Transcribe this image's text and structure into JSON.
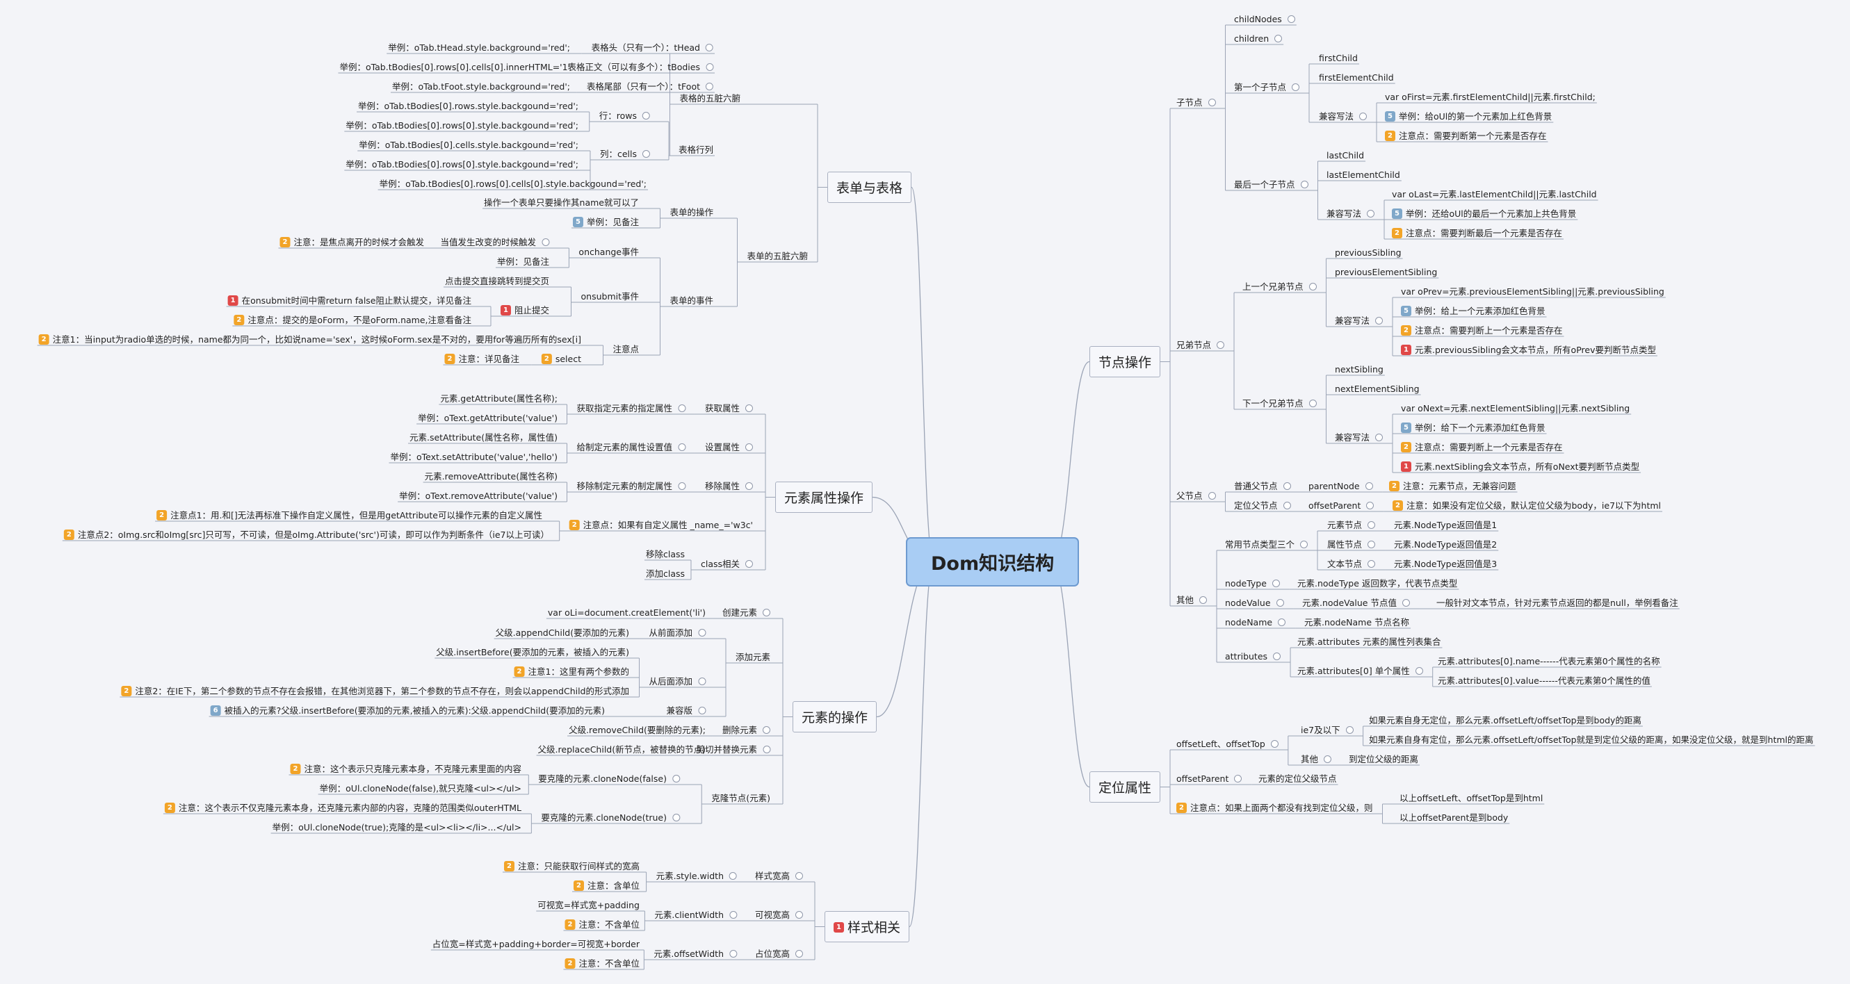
{
  "root": "Dom知识结构",
  "branches": {
    "form_table": "表单与表格",
    "attr_ops": "元素属性操作",
    "elem_ops": "元素的操作",
    "style": "样式相关",
    "node_ops": "节点操作",
    "pos_attr": "定位属性"
  },
  "nodes": {
    "t5": "表格的五脏六腑",
    "thead": "表格头（只有一个）：tHead",
    "thead_ex": "举例：oTab.tHead.style.background='red';",
    "tbodies": "表格正文（可以有多个）：tBodies",
    "tbodies_ex": "举例：oTab.tBodies[0].rows[0].cells[0].innerHTML='1'",
    "tfoot": "表格尾部（只有一个）：tFoot",
    "tfoot_ex": "举例：oTab.tFoot.style.background='red';",
    "rowscols": "表格行列",
    "rows": "行：rows",
    "rows_ex1": "举例：oTab.tBodies[0].rows.style.backgound='red';",
    "rows_ex2": "举例：oTab.tBodies[0].rows[0].style.backgound='red';",
    "cells": "列：cells",
    "cells_ex1": "举例：oTab.tBodies[0].cells.style.backgound='red';",
    "cells_ex2": "举例：oTab.tBodies[0].rows[0].style.backgound='red';",
    "cells_ex3": "举例：oTab.tBodies[0].rows[0].cells[0].style.backgound='red';",
    "f5": "表单的五脏六腑",
    "fop": "表单的操作",
    "fop1": "操作一个表单只要操作其name就可以了",
    "fop2": "举例：见备注",
    "fev": "表单的事件",
    "onchange": "onchange事件",
    "onchange1": "当值发生改变的时候触发",
    "onchange1n": "注意：是焦点离开的时候才会触发",
    "onchange2": "举例：见备注",
    "onsubmit": "onsubmit事件",
    "onsubmit1": "点击提交直接跳转到提交页",
    "prevent": "阻止提交",
    "prevent1": "在onsubmit时间中需return false阻止默认提交，详见备注",
    "prevent2": "注意点：提交的是oForm，不是oForm.name,注意看备注",
    "fnote": "注意点",
    "fnote1": "注意1：当input为radio单选的时候，name都为同一个，比如说name='sex'，这时候oForm.sex是不对的，要用for等遍历所有的sex[i]",
    "select": "select",
    "select1": "注意：详见备注",
    "getattr": "获取属性",
    "getattr1": "获取指定元素的指定属性",
    "getattr1a": "元素.getAttribute(属性名称);",
    "getattr1b": "举例：oText.getAttribute('value')",
    "setattr": "设置属性",
    "setattr1": "给制定元素的属性设置值",
    "setattr1a": "元素.setAttribute(属性名称，属性值)",
    "setattr1b": "举例：oText.setAttribute('value','hello')",
    "rmattr": "移除属性",
    "rmattr1": "移除制定元素的制定属性",
    "rmattr1a": "元素.removeAttribute(属性名称)",
    "rmattr1b": "举例：oText.removeAttribute('value')",
    "custom": "注意点：如果有自定义属性 _name_='w3c'",
    "custom1": "注意点1：用.和[]无法再标准下操作自定义属性，但是用getAttribute可以操作元素的自定义属性",
    "custom2": "注意点2：oImg.src和oImg[src]只可写，不可读，但是oImg.Attribute('src')可读，即可以作为判断条件（ie7以上可读）",
    "classrel": "class相关",
    "class1": "移除class",
    "class2": "添加class",
    "create": "创建元素",
    "create1": "var oLi=document.creatElement('li')",
    "add": "添加元素",
    "add_front": "从前面添加",
    "add_front1": "父级.appendChild(要添加的元素)",
    "add_back": "从后面添加",
    "add_back1": "父级.insertBefore(要添加的元素，被插入的元素)",
    "add_back2": "注意1：这里有两个参数的",
    "add_back3": "注意2：在IE下，第二个参数的节点不存在会报错，在其他浏览器下，第二个参数的节点不存在，则会以appendChild的形式添加",
    "compat": "兼容版",
    "compat1": "被插入的元素?父级.insertBefore(要添加的元素,被插入的元素):父级.appendChild(要添加的元素)",
    "remove": "删除元素",
    "remove1": "父级.removeChild(要删除的元素);",
    "cut": "剪切并替换元素",
    "cut1": "父级.replaceChild(新节点，被替换的节点)",
    "clone": "克隆节点(元素)",
    "clonef": "要克隆的元素.cloneNode(false)",
    "clonef1": "注意：这个表示只克隆元素本身，不克隆元素里面的内容",
    "clonef2": "举例：oUl.cloneNode(false),就只克隆<ul></ul>",
    "clonet": "要克隆的元素.cloneNode(true)",
    "clonet1": "注意：这个表示不仅克隆元素本身，还克隆元素内部的内容，克隆的范围类似outerHTML",
    "clonet2": "举例：oUl.cloneNode(true);克隆的是<ul><li></li>...</ul>",
    "sw": "样式宽高",
    "sw1": "元素.style.width",
    "sw1a": "注意：只能获取行间样式的宽高",
    "sw1b": "注意：含单位",
    "cw": "可视宽高",
    "cw1": "元素.clientWidth",
    "cw1a": "可视宽=样式宽+padding",
    "cw1b": "注意：不含单位",
    "ow": "占位宽高",
    "ow1": "元素.offsetWidth",
    "ow1a": "占位宽=样式宽+padding+border=可视宽+border",
    "ow1b": "注意：不含单位",
    "childnodes_section": "子节点",
    "childNodes": "childNodes",
    "children": "children",
    "first": "第一个子节点",
    "firstChild": "firstChild",
    "firstElementChild": "firstElementChild",
    "firstcompat": "兼容写法",
    "firstcompat1": "var oFirst=元素.firstElementChild||元素.firstChild;",
    "firstcompat2": "举例：给oUl的第一个元素加上红色背景",
    "firstcompat3": "注意点：需要判断第一个元素是否存在",
    "last": "最后一个子节点",
    "lastChild": "lastChild",
    "lastElementChild": "lastElementChild",
    "lastcompat": "兼容写法",
    "lastcompat1": "var oLast=元素.lastElementChild||元素.lastChild",
    "lastcompat2": "举例：还给oUl的最后一个元素加上共色背景",
    "lastcompat3": "注意点：需要判断最后一个元素是否存在",
    "sibling": "兄弟节点",
    "prev": "上一个兄弟节点",
    "previousSibling": "previousSibling",
    "previousElementSibling": "previousElementSibling",
    "prevcompat": "兼容写法",
    "prevcompat1": "var oPrev=元素.previousElementSibling||元素.previousSibling",
    "prevcompat2": "举例：给上一个元素添加红色背景",
    "prevcompat3": "注意点：需要判断上一个元素是否存在",
    "prevcompat4": "元素.previousSibling会文本节点，所有oPrev要判断节点类型",
    "next": "下一个兄弟节点",
    "nextSibling": "nextSibling",
    "nextElementSibling": "nextElementSibling",
    "nextcompat": "兼容写法",
    "nextcompat1": "var oNext=元素.nextElementSibling||元素.nextSibling",
    "nextcompat2": "举例：给下一个元素添加红色背景",
    "nextcompat3": "注意点：需要判断上一个元素是否存在",
    "nextcompat4": "元素.nextSibling会文本节点，所有oNext要判断节点类型",
    "parent": "父节点",
    "pnormal": "普通父节点",
    "parentNode": "parentNode",
    "parentNode1": "注意：元素节点，无兼容问题",
    "ppos": "定位父节点",
    "offsetParent": "offsetParent",
    "offsetParent1": "注意：如果没有定位父级，默认定位父级为body，ie7以下为html",
    "other": "其他",
    "ntypes": "常用节点类型三个",
    "ntype1": "元素节点",
    "ntype1a": "元素.NodeType返回值是1",
    "ntype2": "属性节点",
    "ntype2a": "元素.NodeType返回值是2",
    "ntype3": "文本节点",
    "ntype3a": "元素.NodeType返回值是3",
    "nodeType": "nodeType",
    "nodeType1": "元素.nodeType 返回数字，代表节点类型",
    "nodeValue": "nodeValue",
    "nodeValue1": "元素.nodeValue 节点值",
    "nodeValue2": "一般针对文本节点，针对元素节点返回的都是null，举例看备注",
    "nodeName": "nodeName",
    "nodeName1": "元素.nodeName 节点名称",
    "attributes": "attributes",
    "attributes1": "元素.attributes 元素的属性列表集合",
    "attributes2": "元素.attributes[0] 单个属性",
    "attributes2a": "元素.attributes[0].name------代表元素第0个属性的名称",
    "attributes2b": "元素.attributes[0].value------代表元素第0个属性的值",
    "offlt": "offsetLeft、offsetTop",
    "ie7": "ie7及以下",
    "ie7a": "如果元素自身无定位，那么元素.offsetLeft/offsetTop是到body的距离",
    "ie7b": "如果元素自身有定位，那么元素.offsetLeft/offsetTop就是到定位父级的距离，如果没定位父级，就是到html的距离",
    "others2": "其他",
    "others2a": "到定位父级的距离",
    "offp": "offsetParent",
    "offp1": "元素的定位父级节点",
    "offnote": "注意点：如果上面两个都没有找到定位父级，则",
    "offnote1": "以上offsetLeft、offsetTop是到html",
    "offnote2": "以上offsetParent是到body"
  },
  "colors": {
    "line": "#9aa3b5",
    "root_fill": "#a9cdf4",
    "badge_note": "#f2a428",
    "badge_red": "#e04848",
    "badge_blue": "#7fa7c9"
  }
}
